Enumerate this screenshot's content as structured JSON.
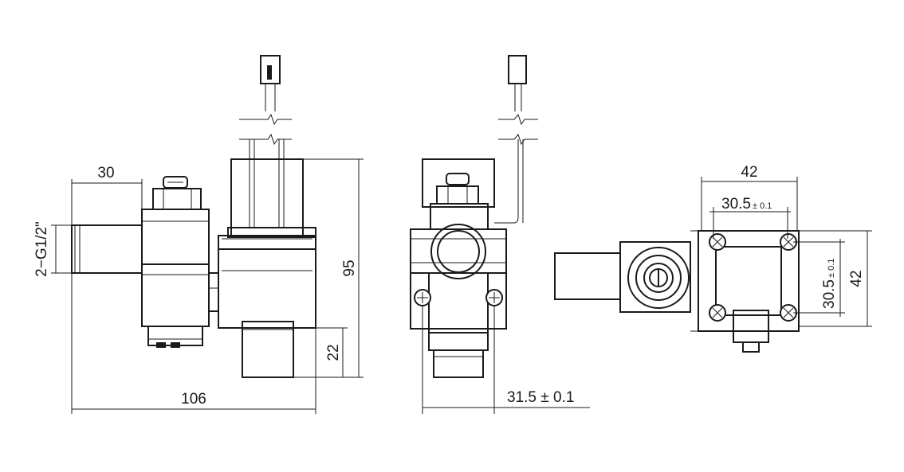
{
  "dimensions": {
    "side_pipe_length": "30",
    "thread_size": "2−G1/2\"",
    "overall_height": "95",
    "outlet_height": "22",
    "overall_length": "106",
    "port_spacing": "31.5",
    "port_spacing_tol": "± 0.1",
    "flange_width": "42",
    "flange_height": "42",
    "hole_pitch_h": "30.5",
    "hole_pitch_h_tol": "± 0.1",
    "hole_pitch_v": "30.5",
    "hole_pitch_v_tol": "± 0.1"
  },
  "colors": {
    "line": "#1a1a1a",
    "background": "#ffffff"
  }
}
